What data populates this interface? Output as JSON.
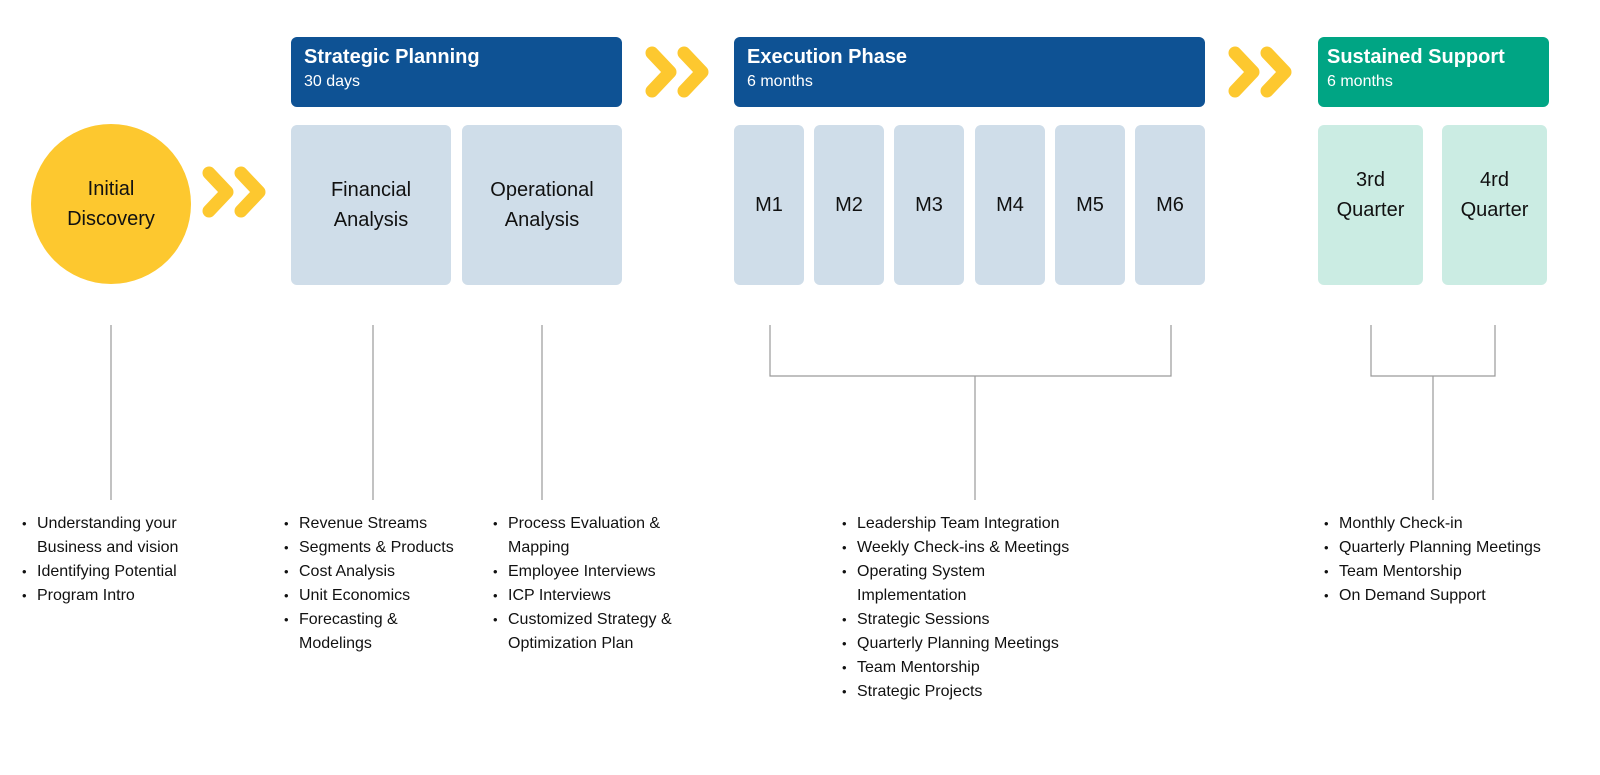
{
  "colors": {
    "accent_yellow": "#fdc82f",
    "header_blue": "#0e5294",
    "header_green": "#00a584",
    "box_blue": "#cfdde9",
    "box_green": "#cbece3",
    "connector_gray": "#9a9a9a"
  },
  "icons": {
    "chevron": "double-chevron-right-icon"
  },
  "discovery": {
    "line1": "Initial",
    "line2": "Discovery",
    "bullets": [
      "Understanding your Business and vision",
      "Identifying Potential",
      "Program Intro"
    ]
  },
  "strategic": {
    "title": "Strategic Planning",
    "duration": "30 days",
    "financial": {
      "line1": "Financial",
      "line2": "Analysis",
      "bullets": [
        "Revenue Streams",
        "Segments & Products",
        "Cost Analysis",
        "Unit Economics",
        "Forecasting & Modelings"
      ]
    },
    "operational": {
      "line1": "Operational",
      "line2": "Analysis",
      "bullets": [
        "Process Evaluation & Mapping",
        "Employee Interviews",
        "ICP Interviews",
        "Customized Strategy & Optimization Plan"
      ]
    }
  },
  "execution": {
    "title": "Execution Phase",
    "duration": "6 months",
    "months": [
      "M1",
      "M2",
      "M3",
      "M4",
      "M5",
      "M6"
    ],
    "bullets": [
      "Leadership Team Integration",
      "Weekly Check-ins & Meetings",
      "Operating System Implementation",
      "Strategic Sessions",
      "Quarterly Planning Meetings",
      "Team Mentorship",
      "Strategic Projects"
    ]
  },
  "support": {
    "title": "Sustained Support",
    "duration": "6 months",
    "q3": {
      "line1": "3rd",
      "line2": "Quarter"
    },
    "q4": {
      "line1": "4rd",
      "line2": "Quarter"
    },
    "bullets": [
      "Monthly Check-in",
      "Quarterly Planning Meetings",
      "Team Mentorship",
      "On Demand Support"
    ]
  }
}
